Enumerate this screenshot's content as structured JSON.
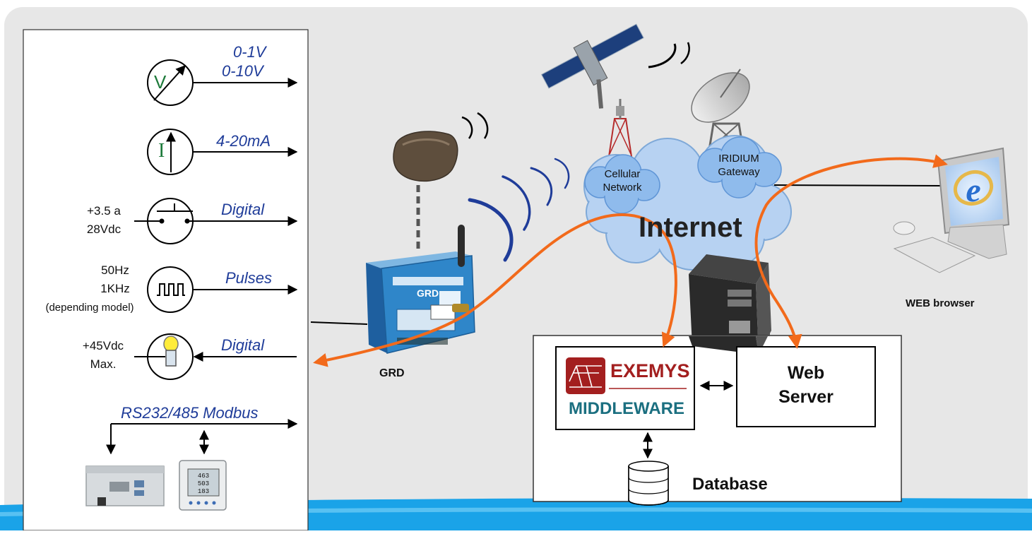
{
  "signals": {
    "voltage": {
      "range1": "0-1V",
      "range2": "0-10V",
      "icon_letter": "V"
    },
    "current": {
      "range": "4-20mA",
      "icon_letter": "I"
    },
    "digital_in": {
      "label": "Digital",
      "spec1": "+3.5 a",
      "spec2": "28Vdc"
    },
    "pulses": {
      "label": "Pulses",
      "spec1": "50Hz",
      "spec2": "1KHz",
      "spec3": "(depending model)"
    },
    "digital_out": {
      "label": "Digital",
      "spec1": "+45Vdc",
      "spec2": "Max."
    },
    "serial": {
      "label": "RS232/485 Modbus"
    }
  },
  "device": {
    "label": "GRD",
    "face_text": "GRD"
  },
  "network": {
    "cellular": "Cellular\nNetwork",
    "iridium": "IRIDIUM\nGateway",
    "internet": "Internet"
  },
  "server": {
    "middleware_brand": "EXEMYS",
    "middleware_label": "MIDDLEWARE",
    "web_server": "Web\nServer",
    "database": "Database"
  },
  "client": {
    "label": "WEB browser",
    "browser_icon": "internet-explorer-icon"
  },
  "colors": {
    "background_panel": "#e7e7e7",
    "signal_text": "#1f3c99",
    "flow_arrow": "#f26a1b",
    "cloud": "#b7d2f2",
    "wave": "#1f3c99",
    "bottom_band": "#1aa3e8",
    "brand_red": "#a31f1f",
    "brand_teal": "#1b6f80"
  }
}
